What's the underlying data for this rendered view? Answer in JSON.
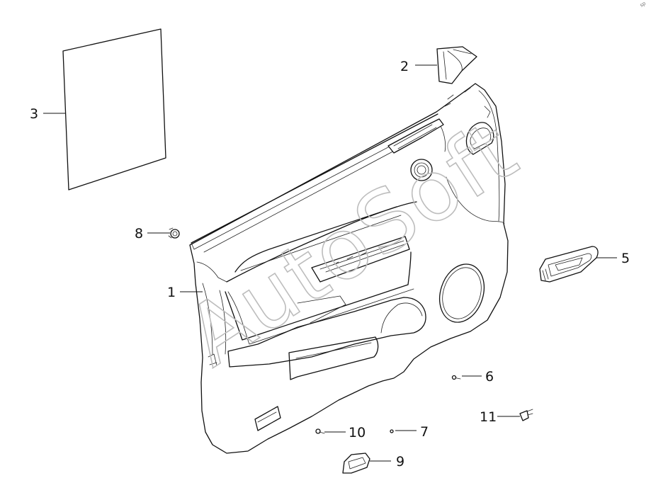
{
  "diagram": {
    "watermark_text": "AutoSoft",
    "corner_mark": "sp",
    "colors": {
      "line": "#111111",
      "watermark": "#bdbdbd",
      "background": "#ffffff"
    },
    "callouts": [
      {
        "id": "1",
        "part": "door-trim-panel"
      },
      {
        "id": "2",
        "part": "mirror-corner-cover"
      },
      {
        "id": "3",
        "part": "water-shield-sheet"
      },
      {
        "id": "5",
        "part": "inner-door-handle"
      },
      {
        "id": "6",
        "part": "screw"
      },
      {
        "id": "7",
        "part": "small-screw"
      },
      {
        "id": "8",
        "part": "trim-clip"
      },
      {
        "id": "9",
        "part": "handle-bezel"
      },
      {
        "id": "10",
        "part": "screw"
      },
      {
        "id": "11",
        "part": "retaining-clip"
      }
    ]
  }
}
